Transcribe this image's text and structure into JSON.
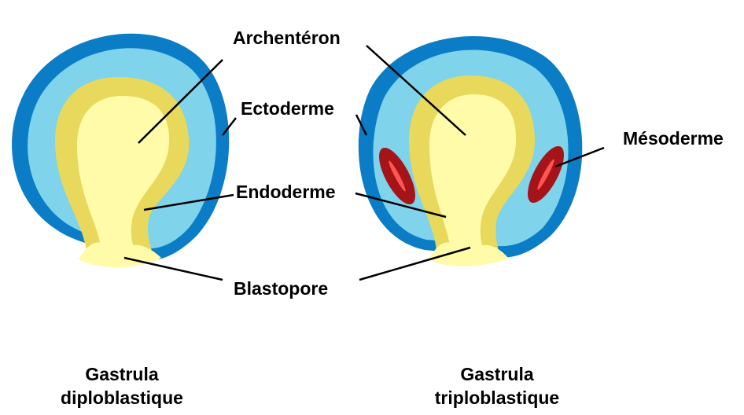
{
  "labels": {
    "archenteron": "Archentéron",
    "ectoderm": "Ectoderme",
    "endoderm": "Endoderme",
    "blastopore": "Blastopore",
    "mesoderm": "Mésoderme"
  },
  "captions": {
    "left_line1": "Gastrula",
    "left_line2": "diploblastique",
    "right_line1": "Gastrula",
    "right_line2": "triploblastique"
  },
  "colors": {
    "ectoderm_outer": "#0b7cc6",
    "blastocoel": "#7fd3ea",
    "endoderm": "#e8d85c",
    "archenteron": "#fffba8",
    "mesoderm": "#a41419",
    "mesoderm_highlight": "#ff5555",
    "leader": "#000000"
  }
}
